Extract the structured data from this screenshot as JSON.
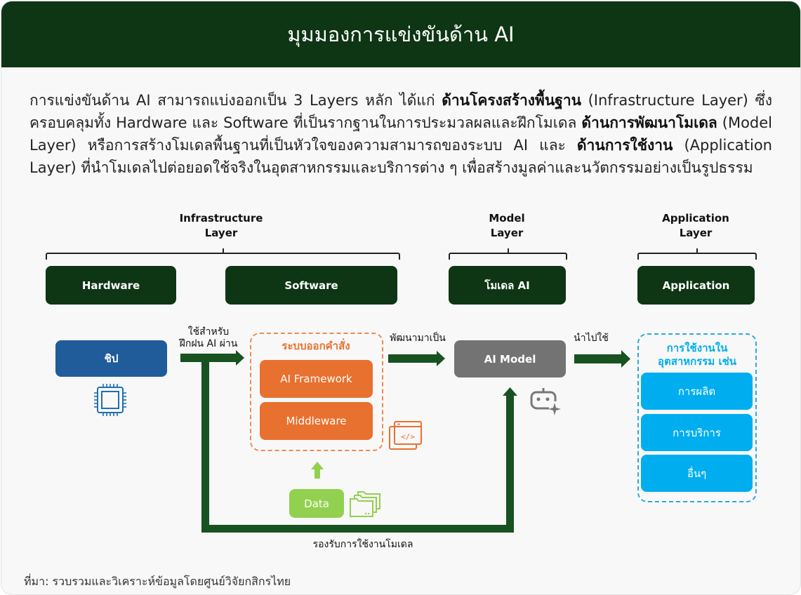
{
  "header": {
    "title": "มุมมองการแข่งขันด้าน AI"
  },
  "intro": {
    "p1": "การแข่งขันด้าน AI สามารถแบ่งออกเป็น 3 Layers หลัก ได้แก่ ",
    "b1": "ด้านโครงสร้างพื้นฐาน",
    "p2": " (Infrastructure Layer) ซึ่งครอบคลุมทั้ง Hardware และ Software ที่เป็นรากฐานในการประมวลผลและฝึกโมเดล ",
    "b2": "ด้านการพัฒนาโมเดล",
    "p3": " (Model Layer) หรือการสร้างโมเดลพื้นฐานที่เป็นหัวใจของความสามารถของระบบ AI และ ",
    "b3": "ด้านการใช้งาน",
    "p4": " (Application Layer) ที่นำโมเดลไปต่อยอดใช้จริงในอุตสาหกรรมและบริการต่าง ๆ เพื่อสร้างมูลค่าและนวัตกรรมอย่างเป็นรูปธรรม"
  },
  "layers": {
    "infrastructure": {
      "line1": "Infrastructure",
      "line2": "Layer"
    },
    "model": {
      "line1": "Model",
      "line2": "Layer"
    },
    "application": {
      "line1": "Application",
      "line2": "Layer"
    }
  },
  "top_boxes": {
    "hardware": "Hardware",
    "software": "Software",
    "ai_model_th": "โมเดล AI",
    "application": "Application"
  },
  "flow": {
    "chip": "ชิป",
    "chip_arrow_line1": "ใช้สำหรับ",
    "chip_arrow_line2": "ฝึกฝน AI ผ่าน",
    "software_group_title": "ระบบออกคำสั่ง",
    "ai_framework": "AI Framework",
    "middleware": "Middleware",
    "develop_arrow": "พัฒนามาเป็น",
    "ai_model": "AI Model",
    "use_arrow": "นำไปใช้",
    "app_group_title_line1": "การใช้งานใน",
    "app_group_title_line2": "อุตสาหกรรม เช่น",
    "app_items": [
      "การผลิต",
      "การบริการ",
      "อื่นๆ"
    ],
    "data": "Data",
    "support_label": "รองรับการใช้งานโมเดล"
  },
  "icons": {
    "chip": "cpu-chip-icon",
    "code": "code-window-icon",
    "bot": "ai-bot-sparkle-icon",
    "folders": "folders-icon"
  },
  "colors": {
    "dark_green": "#0e3514",
    "arrow_green": "#175220",
    "chip_blue": "#1f5c99",
    "orange": "#e8712f",
    "gray": "#737373",
    "cyan": "#00aeef",
    "light_green": "#92d050"
  },
  "footer": {
    "source": "ที่มา: รวบรวมและวิเคราะห์ข้อมูลโดยศูนย์วิจัยกสิกรไทย"
  }
}
